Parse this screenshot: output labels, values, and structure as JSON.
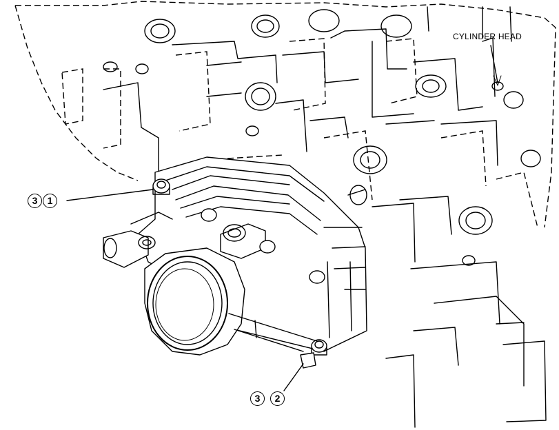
{
  "labels": {
    "cylinder_head": "CYLINDER HEAD"
  },
  "callouts": [
    {
      "qty": "3",
      "item": "1"
    },
    {
      "qty": "3",
      "item": "2"
    }
  ]
}
